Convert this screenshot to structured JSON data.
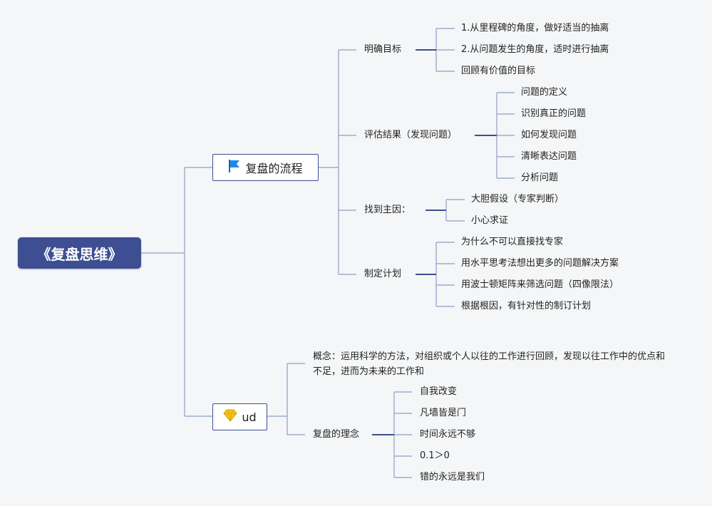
{
  "root": "《复盘思维》",
  "branch1": {
    "label": "复盘的流程",
    "icon": "flag-icon",
    "children": [
      {
        "label": "明确目标",
        "items": [
          "1.从里程碑的角度，做好适当的抽离",
          "2.从问题发生的角度，适时进行抽离",
          "回顾有价值的目标"
        ]
      },
      {
        "label": "评估结果（发现问题）",
        "items": [
          "问题的定义",
          "识别真正的问题",
          "如何发现问题",
          "清晰表达问题",
          "分析问题"
        ]
      },
      {
        "label": "找到主因：",
        "items": [
          "大胆假设（专家判断）",
          "小心求证"
        ]
      },
      {
        "label": "制定计划",
        "items": [
          "为什么不可以直接找专家",
          "用水平思考法想出更多的问题解决方案",
          "用波士顿矩阵来筛选问题（四像限法）",
          "根据根因，有针对性的制订计划"
        ]
      }
    ]
  },
  "branch2": {
    "label": "ud",
    "icon": "diamond-icon",
    "concept": "概念：运用科学的方法，对组织或个人以往的工作进行回顾，发现以往工作中的优点和不足，进而为未来的工作和",
    "idea": {
      "label": "复盘的理念",
      "items": [
        "自我改变",
        "凡墙皆是门",
        "时间永远不够",
        "0.1＞0",
        "错的永远是我们"
      ]
    }
  },
  "colors": {
    "line": "#8e9cc9",
    "root_bg": "#3d4f92",
    "flag": "#1e88e5",
    "diamond": "#f5c518"
  }
}
